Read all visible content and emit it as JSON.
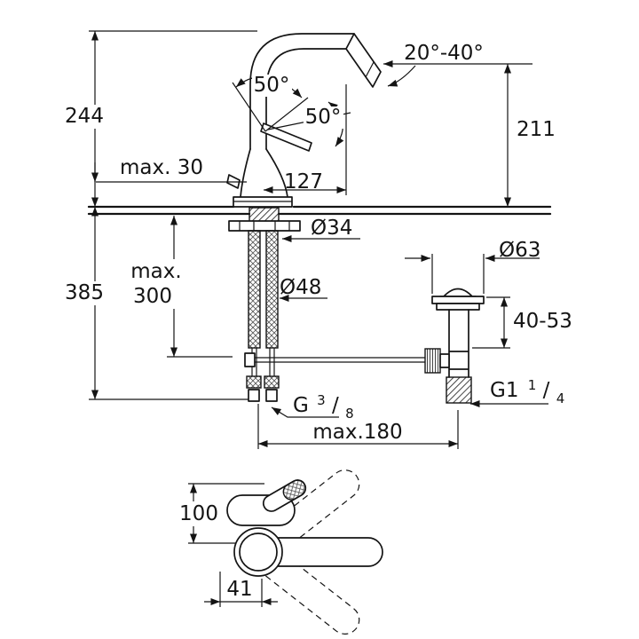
{
  "drawing": {
    "dims": {
      "total_height": "244",
      "spout_tilt": "20°-40°",
      "swivel_left": "50°",
      "swivel_right": "50°",
      "outlet_height": "211",
      "deck_thickness": "max. 30",
      "spout_reach": "127",
      "hole_diameter": "Ø34",
      "hose_length_line1": "max.",
      "hose_length_line2": "300",
      "base_diameter": "Ø48",
      "under_deck_height": "385",
      "waste_flange_diameter": "Ø63",
      "waste_height_range": "40-53",
      "max_spacing": "max.180",
      "plan_depth": "100",
      "plan_offset": "41"
    },
    "threads": {
      "hose": {
        "prefix": "G",
        "numerator": "3",
        "slash": "/",
        "denominator": "8"
      },
      "waste": {
        "prefix": "G1",
        "numerator": "1",
        "slash": "/",
        "denominator": "4"
      }
    }
  }
}
